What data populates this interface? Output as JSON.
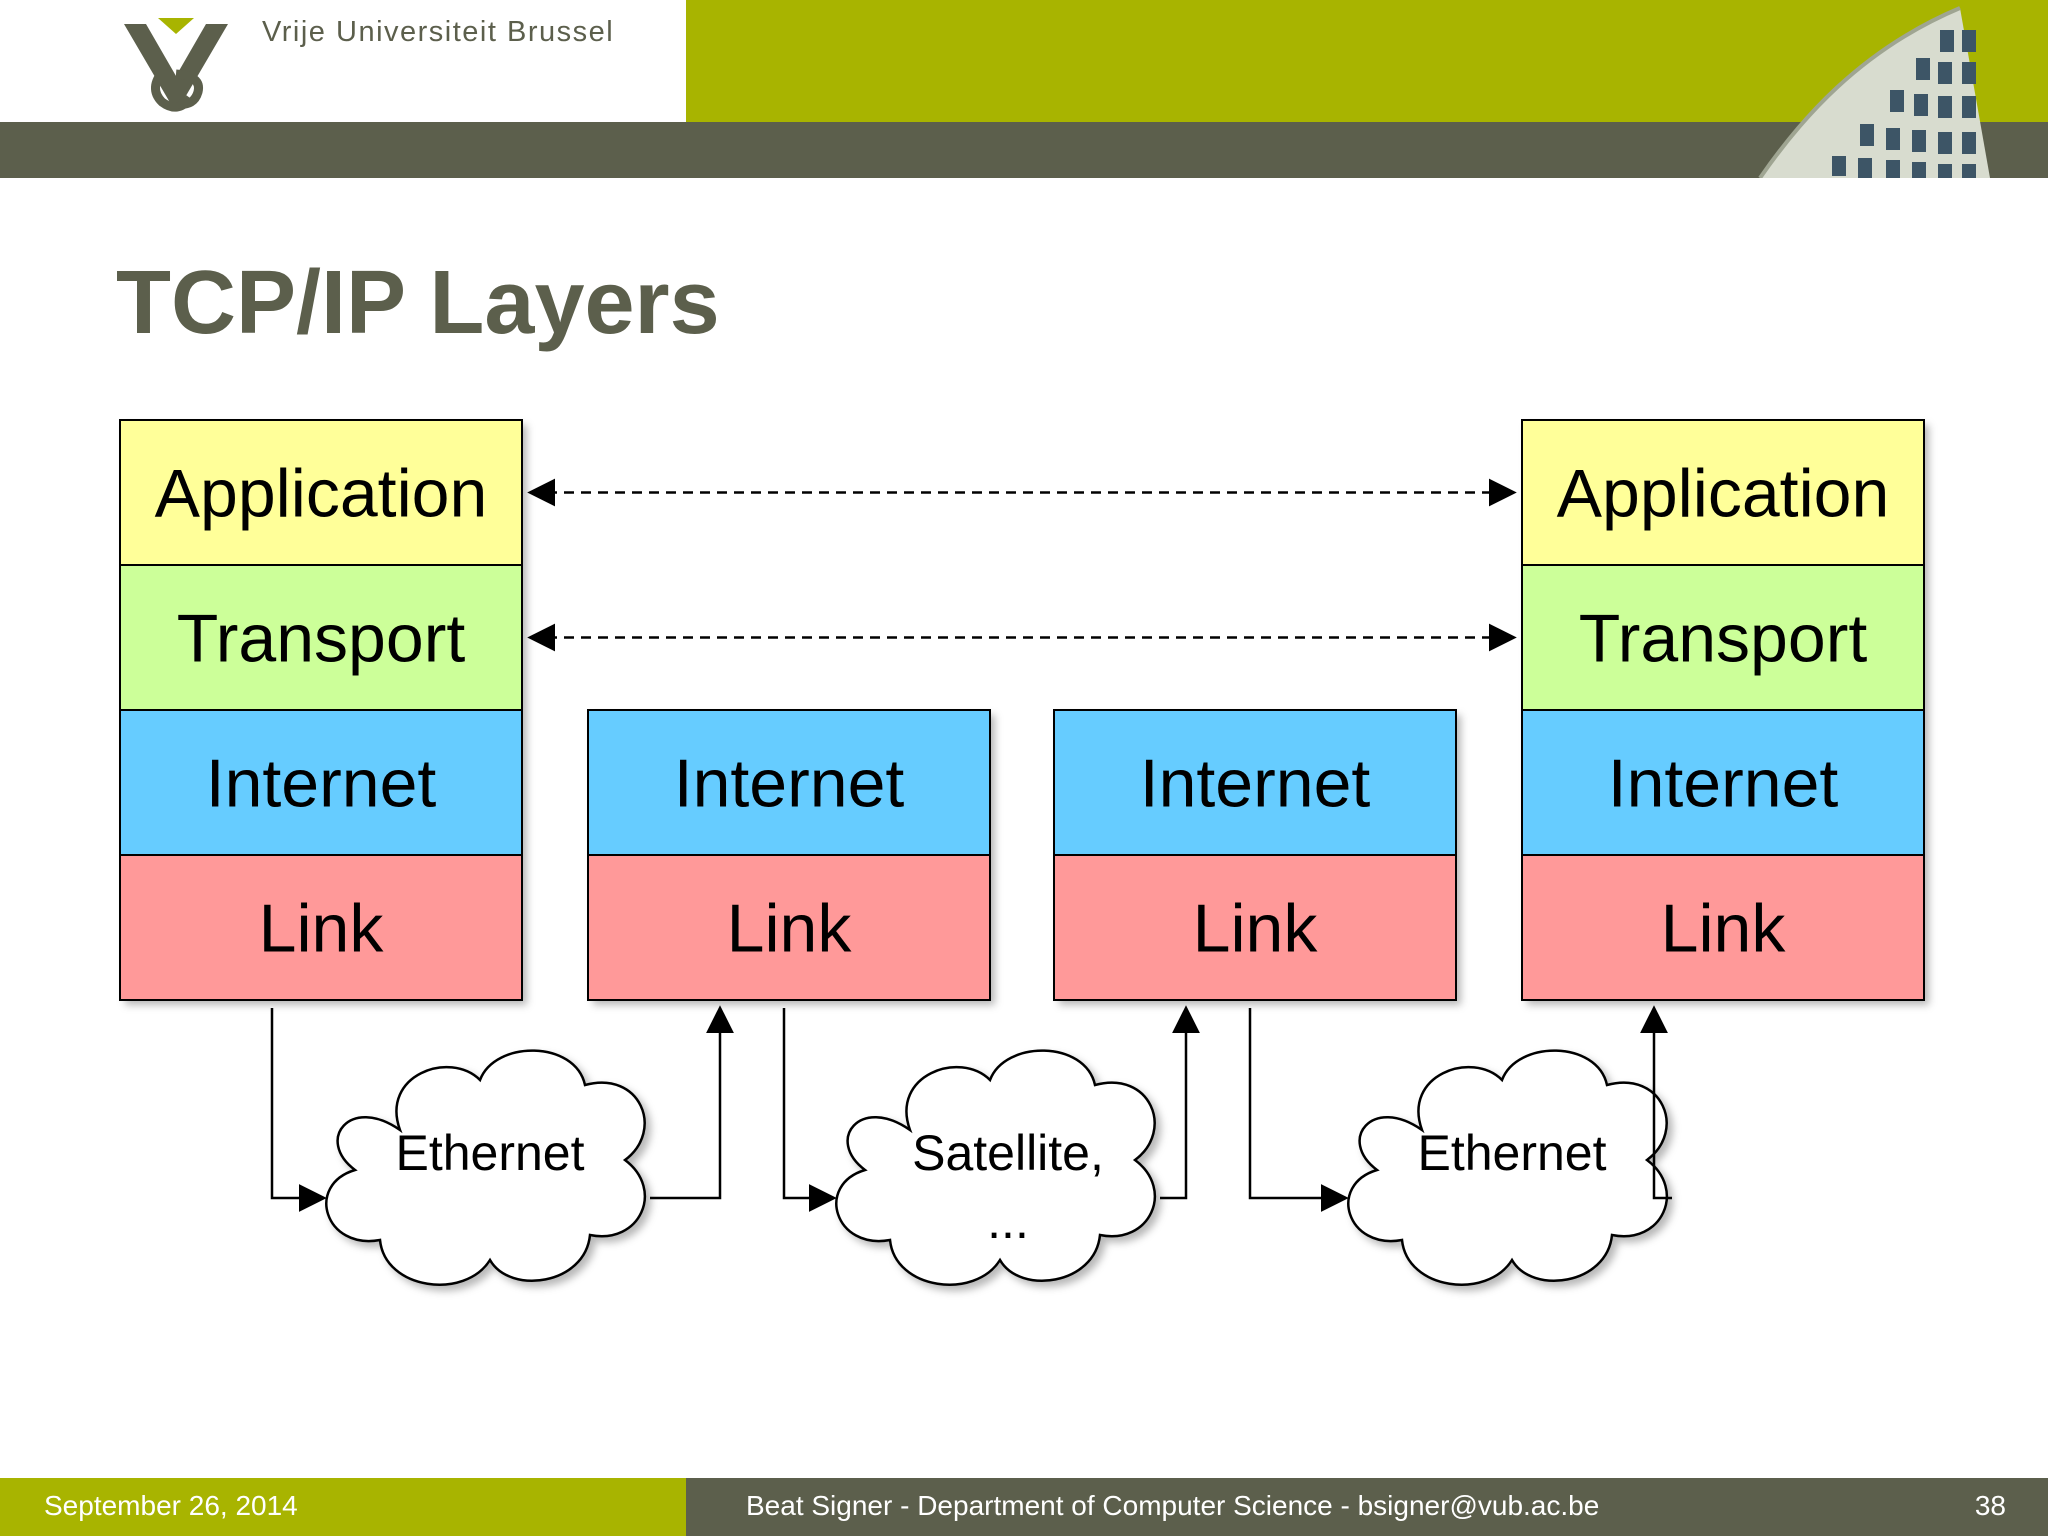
{
  "header": {
    "university": "Vrije Universiteit Brussel"
  },
  "title": "TCP/IP Layers",
  "diagram": {
    "stacks": [
      {
        "layers": [
          "Application",
          "Transport",
          "Internet",
          "Link"
        ]
      },
      {
        "layers": [
          "Internet",
          "Link"
        ]
      },
      {
        "layers": [
          "Internet",
          "Link"
        ]
      },
      {
        "layers": [
          "Application",
          "Transport",
          "Internet",
          "Link"
        ]
      }
    ],
    "clouds": [
      {
        "lines": [
          "Ethernet"
        ]
      },
      {
        "lines": [
          "Satellite,",
          "..."
        ]
      },
      {
        "lines": [
          "Ethernet"
        ]
      }
    ],
    "peer_links": [
      "Application",
      "Transport"
    ],
    "colors": {
      "Application": "#ffff99",
      "Transport": "#ccff99",
      "Internet": "#66ccff",
      "Link": "#ff9999"
    }
  },
  "footer": {
    "date": "September 26, 2014",
    "author": "Beat Signer - Department of Computer Science - bsigner@vub.ac.be",
    "page": "38"
  },
  "colors": {
    "green": "#a8b400",
    "dark": "#5c5f4c"
  }
}
